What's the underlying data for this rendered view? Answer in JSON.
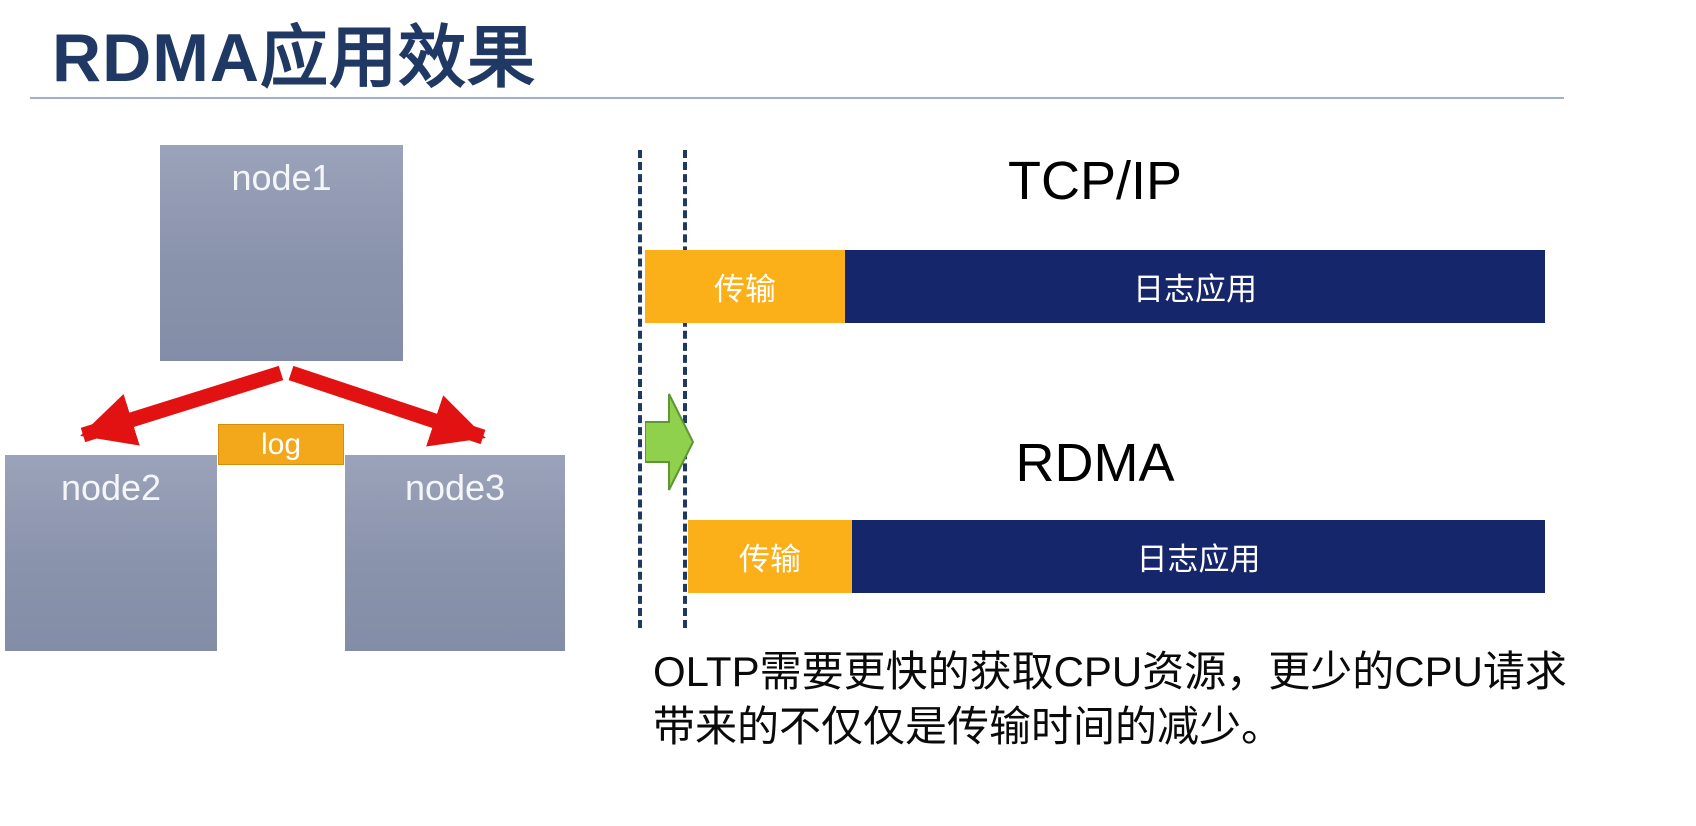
{
  "slide": {
    "title": "RDMA应用效果",
    "caption": "OLTP需要更快的获取CPU资源，更少的CPU请求带来的不仅仅是传输时间的减少。"
  },
  "topology": {
    "node1_label": "node1",
    "node2_label": "node2",
    "node3_label": "node3",
    "log_label": "log"
  },
  "comparison": {
    "tcpip_heading": "TCP/IP",
    "rdma_heading": "RDMA",
    "transfer_label": "传输",
    "log_app_label": "日志应用"
  },
  "colors": {
    "title_navy": "#1F3864",
    "node_fill": "#8A93AC",
    "accent_orange": "#FBAF18",
    "bar_navy": "#15266B",
    "dashed_navy": "#1F3864",
    "arrow_red": "#E31212",
    "arrow_green": "#8FD04D"
  }
}
